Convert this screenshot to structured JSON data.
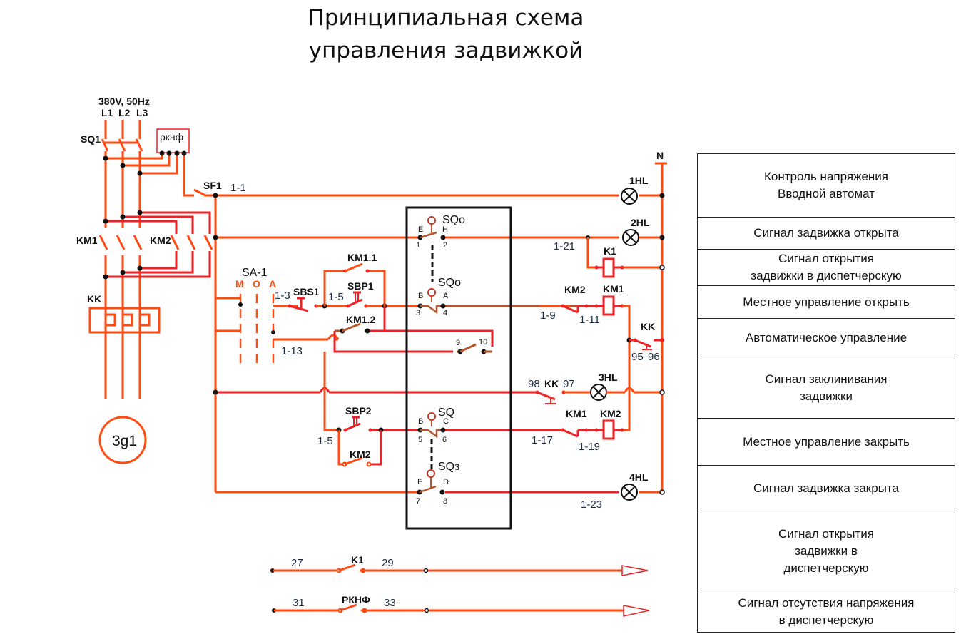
{
  "title": {
    "line1": "Принципиальная схема",
    "line2": "управления  задвижкой"
  },
  "supply": {
    "voltage": "380V, 50Hz",
    "phases": [
      "L1",
      "L2",
      "L3"
    ],
    "neutral": "N"
  },
  "components": {
    "sq1": "SQ1",
    "rknf_box": "ркнф",
    "sf1": "SF1",
    "km1_power": "KM1",
    "km2_power": "KM2",
    "kk_thermal": "KK",
    "motor": "3g1",
    "sa1": "SA-1",
    "sa1_positions": [
      "M",
      "O",
      "A"
    ],
    "sbs1": "SBS1",
    "sbp1": "SBP1",
    "km1_1": "KM1.1",
    "km1_2": "KM1.2",
    "sbp2": "SBP2",
    "km2_hold": "KM2",
    "lamp_1hl": "1HL",
    "lamp_2hl": "2HL",
    "lamp_3hl": "3HL",
    "lamp_4hl": "4HL",
    "k1_coil": "K1",
    "km2_nc_open_line": "KM2",
    "km1_coil": "KM1",
    "kk_nc": "KK",
    "kk_no": "KK",
    "km1_nc_close_line": "KM1",
    "km2_coil": "KM2",
    "k1_contact": "K1",
    "rknf_contact": "РКНФ"
  },
  "limit_switches": {
    "sqo_top": {
      "name": "SQo",
      "left": "E",
      "right": "H",
      "t1": "1",
      "t2": "2"
    },
    "sqo_bottom": {
      "name": "SQo",
      "left": "B",
      "right": "A",
      "t1": "3",
      "t2": "4"
    },
    "aux": {
      "t1": "9",
      "t2": "10"
    },
    "sq_close": {
      "name": "SQ",
      "left": "B",
      "right": "C",
      "t1": "5",
      "t2": "6"
    },
    "sq3": {
      "name": "SQз",
      "left": "E",
      "right": "D",
      "t1": "7",
      "t2": "8"
    }
  },
  "wire_labels": {
    "w1_1": "1-1",
    "w1_3": "1-3",
    "w1_5a": "1-5",
    "w1_5b": "1-5",
    "w1_9": "1-9",
    "w1_11": "1-11",
    "w1_13": "1-13",
    "w1_17": "1-17",
    "w1_19": "1-19",
    "w1_21": "1-21",
    "w1_23": "1-23",
    "kk95": "95",
    "kk96": "96",
    "kk98": "98",
    "kk97": "97",
    "w27": "27",
    "w29": "29",
    "w31": "31",
    "w33": "33"
  },
  "legend": [
    {
      "lines": [
        "Контроль напряжения",
        "Вводной автомат"
      ]
    },
    {
      "lines": [
        "Сигнал задвижка открыта"
      ]
    },
    {
      "lines": [
        "Сигнал открытия",
        "задвижки в диспетчерскую"
      ]
    },
    {
      "lines": [
        "Местное управление открыть"
      ]
    },
    {
      "lines": [
        "Автоматическое управление"
      ]
    },
    {
      "lines": [
        "Сигнал заклинивания",
        "задвижки"
      ]
    },
    {
      "lines": [
        "Местное управление закрыть"
      ]
    },
    {
      "lines": [
        "Сигнал задвижка закрыта"
      ]
    },
    {
      "lines": [
        "Сигнал открытия",
        "задвижки в",
        "диспетчерскую"
      ]
    },
    {
      "lines": [
        "Сигнал отсутствия напряжения",
        "в диспетчерскую"
      ]
    }
  ],
  "colors": {
    "wire": "#ff4a12",
    "wire_red": "#ee2226",
    "wire_brown": "#b5562e",
    "frame": "#111111"
  }
}
